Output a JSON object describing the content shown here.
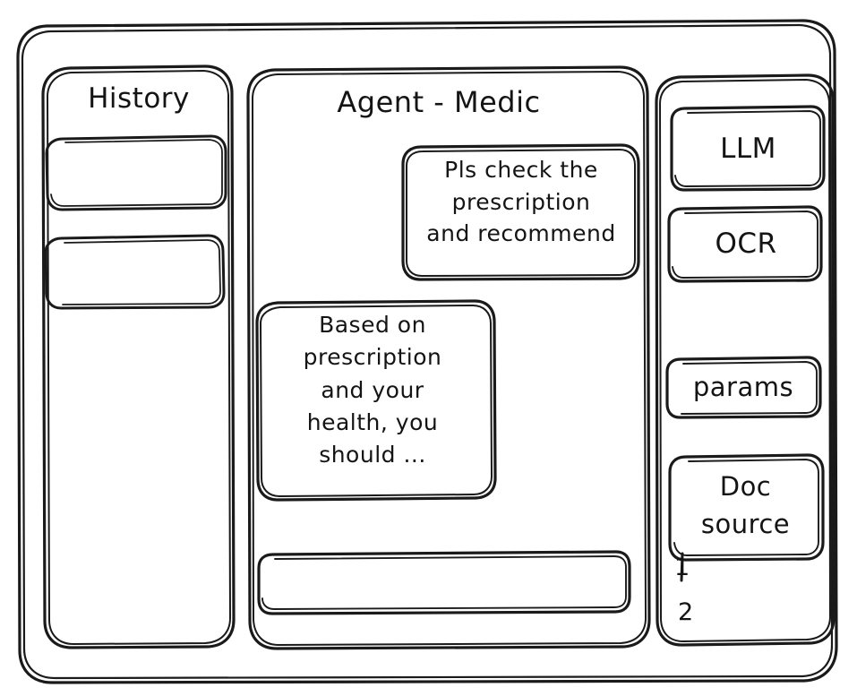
{
  "style": {
    "stroke_color": "#1a1a1a",
    "background_color": "#ffffff",
    "sketch_style": "hand-drawn-wireframe"
  },
  "window": {
    "frame_name": "app-window"
  },
  "sidebar": {
    "title": "History",
    "items": [
      {
        "label": ""
      },
      {
        "label": ""
      }
    ]
  },
  "main": {
    "title": "Agent - Medic",
    "messages": [
      {
        "role": "user",
        "text": "Pls check the\nprescription\nand recommend"
      },
      {
        "role": "assistant",
        "text": "Based on\nprescription\nand your\nhealth, you\nshould ..."
      }
    ],
    "composer": {
      "value": "",
      "placeholder": ""
    }
  },
  "tools": {
    "buttons": [
      {
        "label": "LLM"
      },
      {
        "label": "OCR"
      },
      {
        "label": "params"
      },
      {
        "label": "Doc\nsource"
      }
    ],
    "doc_sources": [
      {
        "label": "1"
      },
      {
        "label": "2"
      }
    ]
  }
}
